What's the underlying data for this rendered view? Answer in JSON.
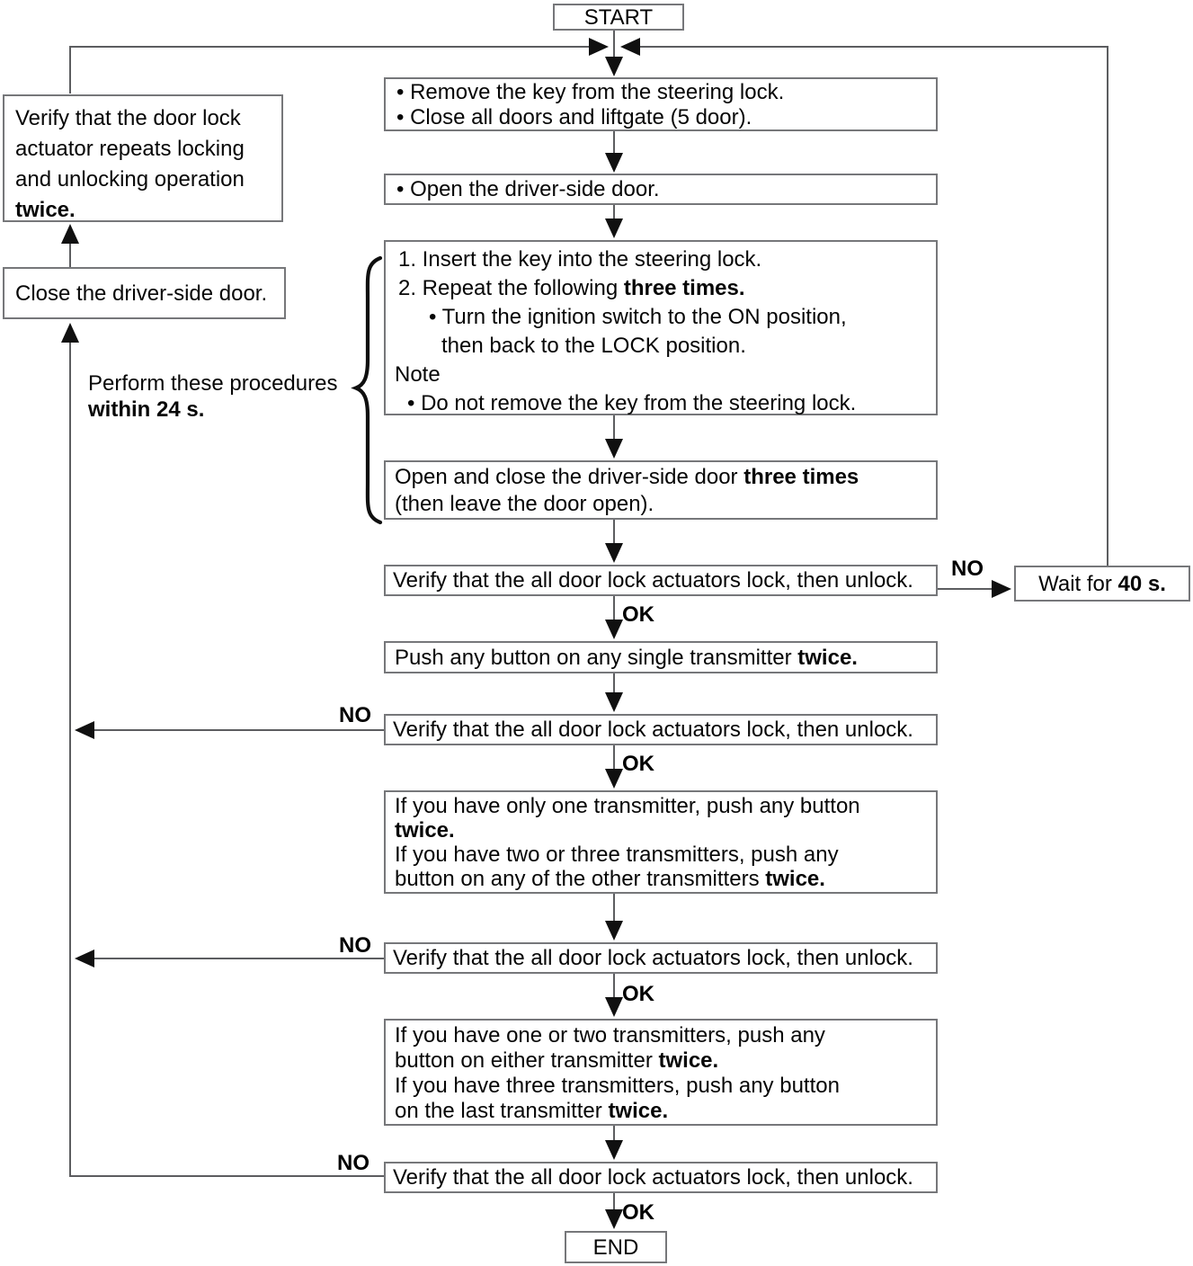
{
  "labels": {
    "start": "START",
    "end": "END",
    "ok": "OK",
    "no": "NO"
  },
  "left": {
    "verify_actuator": {
      "l1": "Verify that the door lock",
      "l2": "actuator repeats locking",
      "l3": "and unlocking operation",
      "l4": "twice."
    },
    "close_door": "Close the driver-side door.",
    "note": {
      "l1": "Perform these procedures",
      "l2": "within 24 s."
    }
  },
  "right": {
    "wait": {
      "pre": "Wait for ",
      "bold": "40 s."
    }
  },
  "flow": {
    "remove_key": {
      "b1": "• Remove the key from  the steering lock.",
      "b2": "• Close all doors and liftgate (5 door)."
    },
    "open_door": "• Open the driver-side door.",
    "key_cycle": {
      "l1": "1. Insert the key into the steering lock.",
      "l2_pre": "2. Repeat the following ",
      "l2_bold": "three times.",
      "l3": "• Turn the ignition switch to the ON position,",
      "l4": "then back to the LOCK position.",
      "l5": "Note",
      "l6": "• Do not remove the key from the steering lock."
    },
    "open_close": {
      "pre": "Open and close the driver-side door ",
      "bold": "three times",
      "l2": "(then leave the door open)."
    },
    "verify": "Verify that the all door lock actuators lock, then unlock.",
    "push_single": {
      "pre": "Push any button on any single transmitter ",
      "bold": "twice."
    },
    "one_transmitter": {
      "l1": "If you have only one transmitter, push any button",
      "l2": "twice.",
      "l3": "If you have two or three transmitters, push any",
      "l4_pre": "button on any of the other transmitters ",
      "l4_bold": "twice."
    },
    "one_two_transmitters": {
      "l1": "If you have one or two transmitters, push any",
      "l2_pre": "button on either transmitter ",
      "l2_bold": "twice.",
      "l3": "If you have three transmitters, push any button",
      "l4_pre": "on the last transmitter ",
      "l4_bold": "twice."
    }
  }
}
